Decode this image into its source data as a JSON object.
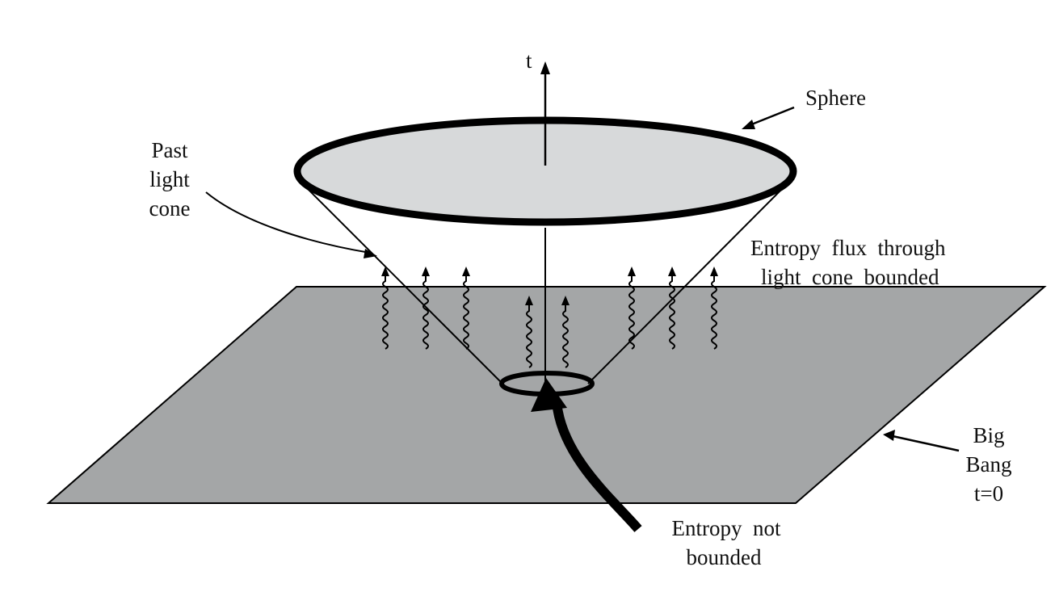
{
  "labels": {
    "time_axis": "t",
    "sphere": "Sphere",
    "past_light_cone": [
      "Past",
      "light",
      "cone"
    ],
    "entropy_flux": [
      "Entropy  flux  through",
      "light  cone  bounded"
    ],
    "big_bang": [
      "Big",
      "Bang",
      "t=0"
    ],
    "entropy_not_bounded": [
      "Entropy  not",
      "bounded"
    ]
  },
  "colors": {
    "plane": "#a4a6a7",
    "sphere_fill": "#d7d9da",
    "ink": "#000000"
  }
}
